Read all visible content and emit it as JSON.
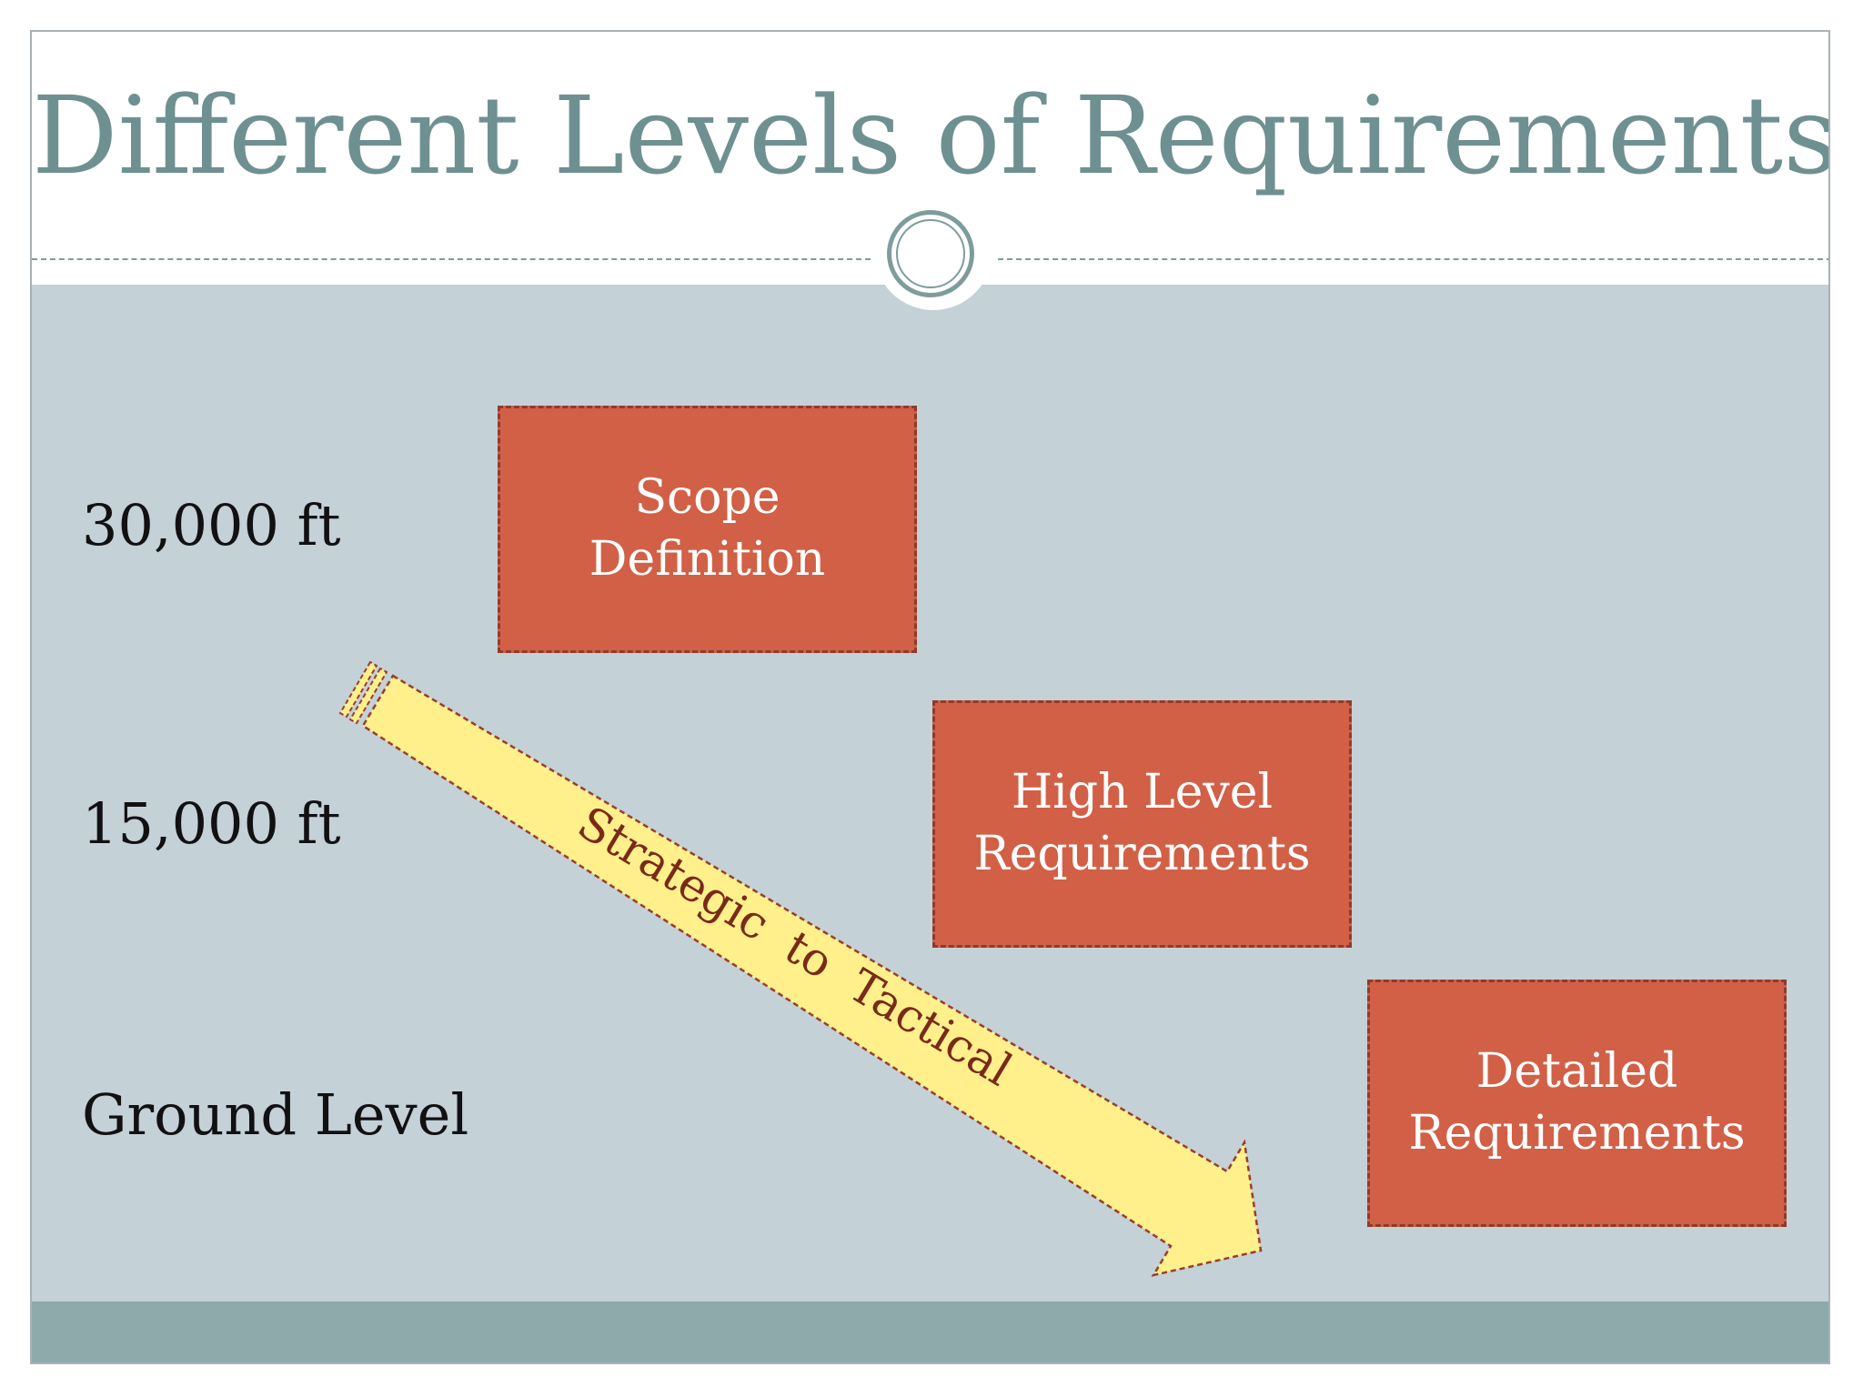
{
  "slide": {
    "title": "Different Levels of Requirements"
  },
  "levels": [
    {
      "label": "30,000 ft"
    },
    {
      "label": "15,000 ft"
    },
    {
      "label": "Ground Level"
    }
  ],
  "boxes": [
    {
      "label": "Scope\nDefinition"
    },
    {
      "label": "High Level\nRequirements"
    },
    {
      "label": "Detailed\nRequirements"
    }
  ],
  "arrow": {
    "label": "Strategic  to  Tactical"
  },
  "colors": {
    "title": "#6f9090",
    "body_background": "#c4d1d7",
    "footer_band": "#8eaaaa",
    "box_fill": "#d16047",
    "box_border": "#8e3b2c",
    "arrow_fill": "#fff08c",
    "arrow_border": "#9b3d2a",
    "arrow_text": "#7a2a18"
  }
}
